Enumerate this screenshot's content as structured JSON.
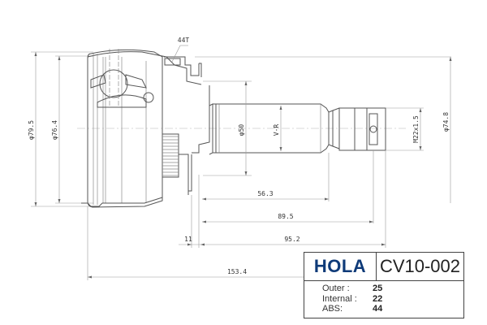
{
  "drawing": {
    "subject": "CV joint outer assembly technical drawing",
    "dimensions": {
      "outer_diameter": "φ79.5",
      "housing_diameter": "φ76.4",
      "shaft_diameter": "φ50",
      "spline_label": "V-R",
      "thread": "M22x1.5",
      "abs_ring_diameter": "φ74.8",
      "abs_teeth_callout": "44T",
      "length_shaft": "56.3",
      "length_thread_end": "89.5",
      "length_total_from_ring": "95.2",
      "ring_offset": "11",
      "overall_length": "153.4"
    }
  },
  "title_block": {
    "brand": "HOLA",
    "part_number": "CV10-002",
    "specs": [
      {
        "label": "Outer :",
        "value": "25"
      },
      {
        "label": "Internal :",
        "value": "22"
      },
      {
        "label": "ABS:",
        "value": "44"
      }
    ],
    "brand_color": "#0e3a78"
  }
}
